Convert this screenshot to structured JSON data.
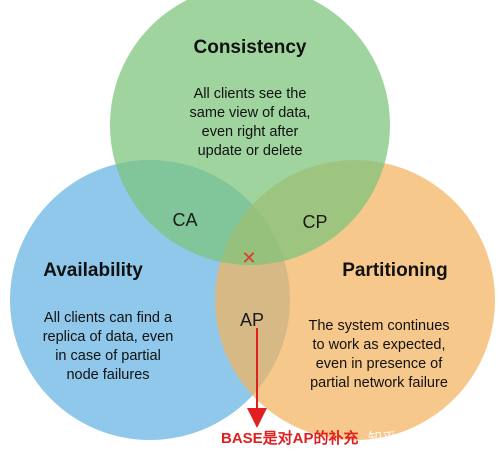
{
  "consistency": {
    "title": "Consistency",
    "description": [
      "All clients see the",
      "same view of data,",
      "even right after",
      "update or delete"
    ]
  },
  "availability": {
    "title": "Availability",
    "description": [
      "All clients can find a",
      "replica of data, even",
      "in case of partial",
      "node failures"
    ]
  },
  "partitioning": {
    "title": "Partitioning",
    "description": [
      "The system continues",
      "to work as expected,",
      "even in presence of",
      "partial network failure"
    ]
  },
  "intersections": {
    "ca": "CA",
    "cp": "CP",
    "ap": "AP",
    "center_mark": "✕"
  },
  "annotation": {
    "text": "BASE是对AP的补充",
    "color": "#e02020"
  },
  "watermark": {
    "text": "知乎 @开源字节"
  },
  "colors": {
    "consistency": "#7cc47a",
    "availability": "#6fb8e6",
    "partitioning": "#f2b35e",
    "cross": "#e03a2a"
  }
}
